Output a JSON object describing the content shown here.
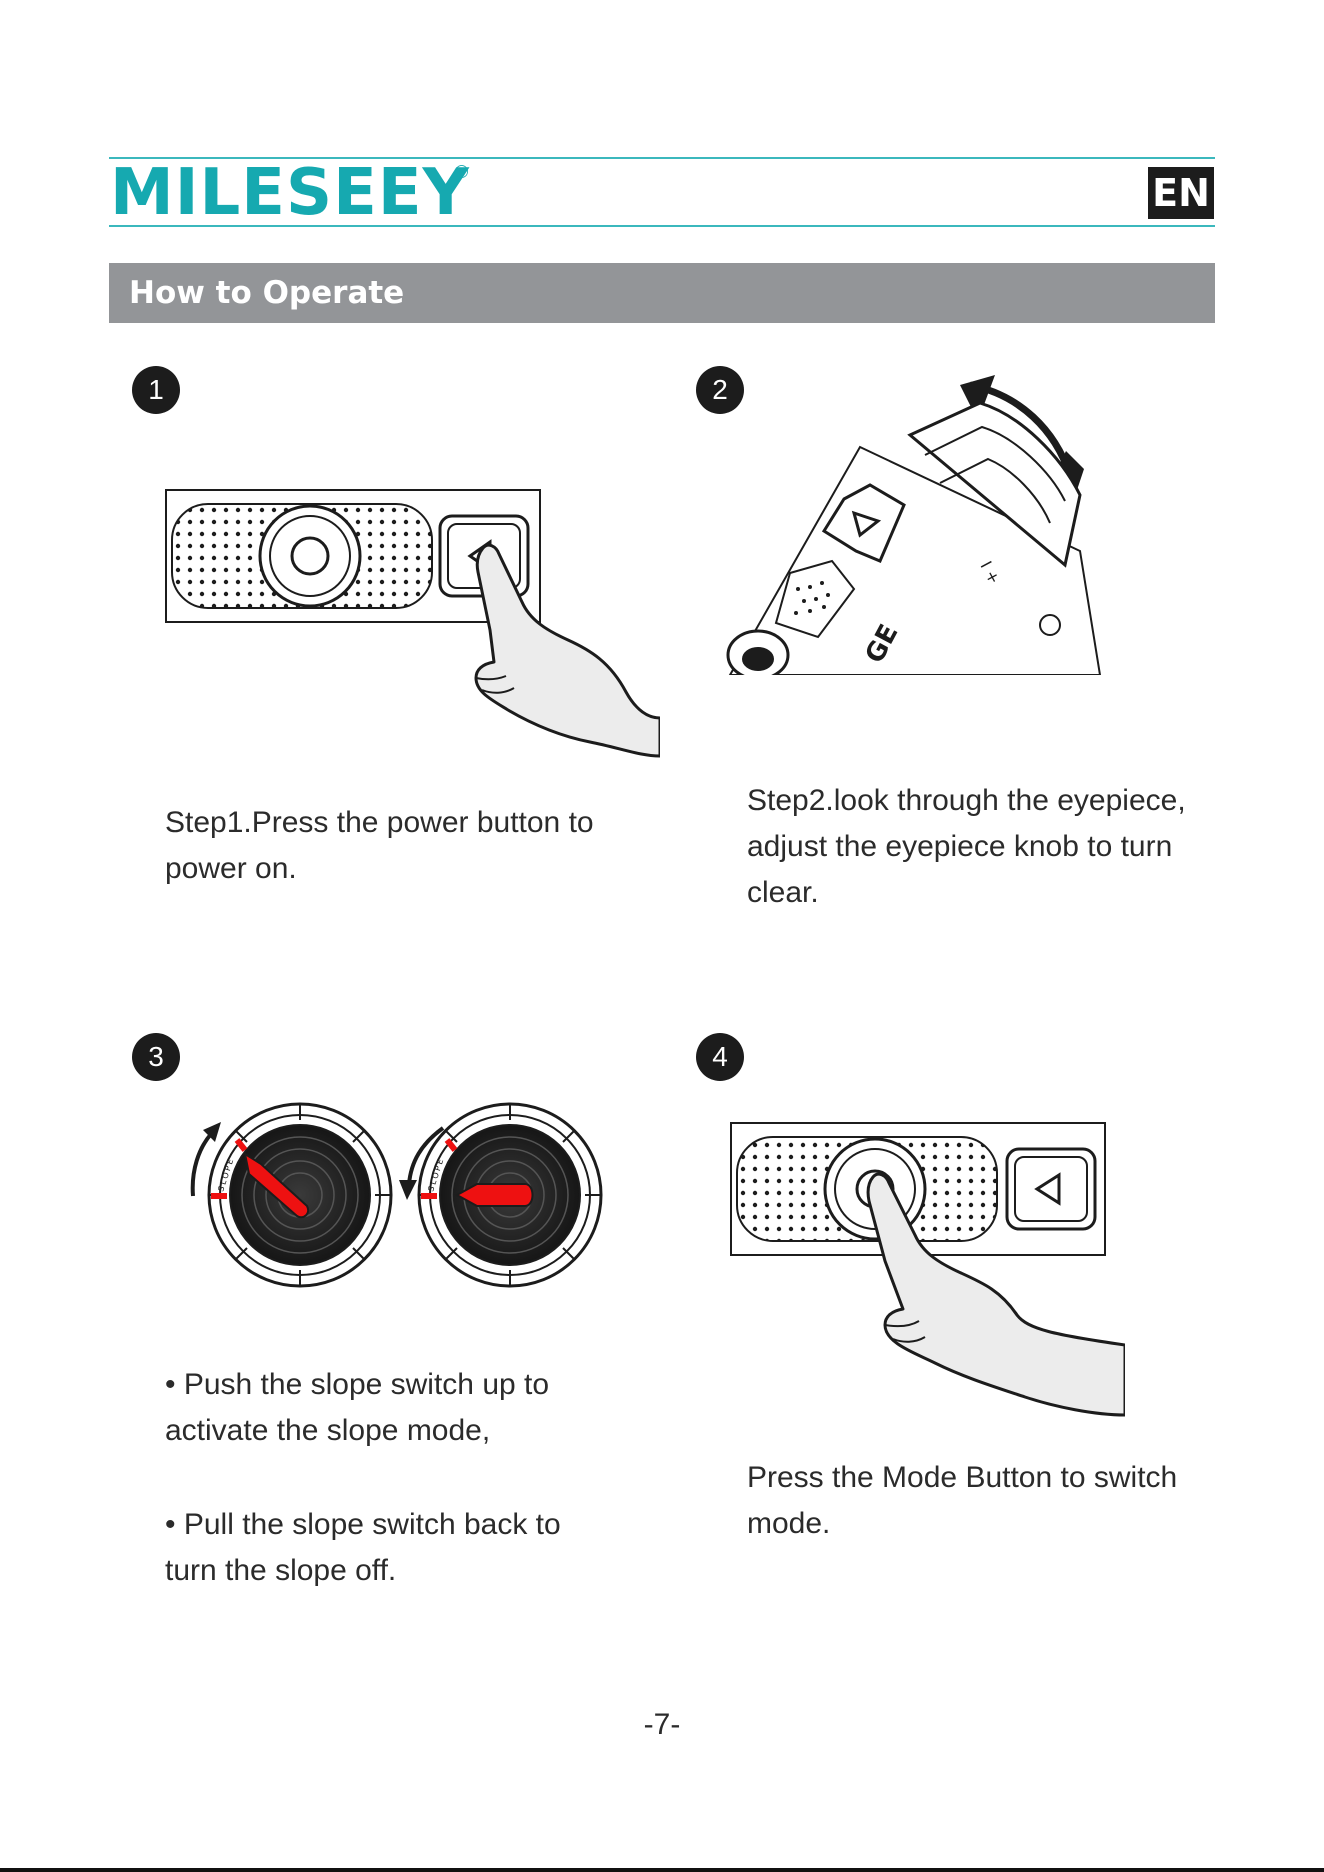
{
  "header": {
    "brand": "MILESEEY",
    "registered_mark": "®",
    "language": "EN",
    "accent_color": "#16a9b0"
  },
  "section": {
    "title": "How to Operate"
  },
  "steps": [
    {
      "number": "1",
      "text": "Step1.Press the power button to power on."
    },
    {
      "number": "2",
      "text": "Step2.look through the eyepiece, adjust the eyepiece knob to turn clear."
    },
    {
      "number": "3",
      "bullets": [
        "• Push the slope switch up to activate the slope mode,",
        "• Pull the slope switch back to turn the slope off."
      ]
    },
    {
      "number": "4",
      "text": "Press the Mode Button to switch mode."
    }
  ],
  "figures": {
    "device_label": "GE",
    "slope_label": "SLOPE",
    "eyepiece_markings": "I +"
  },
  "footer": {
    "page_number": "-7-"
  }
}
